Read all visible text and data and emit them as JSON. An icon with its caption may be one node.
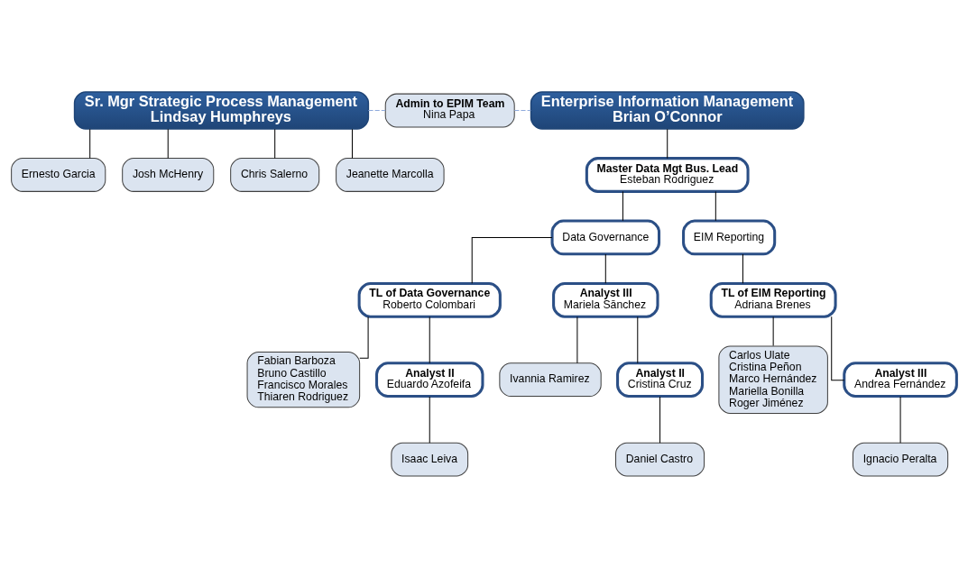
{
  "diagram": {
    "nodes": [
      {
        "text": [
          "Sr. Mgr Strategic Process Management",
          "Lindsay Humphreys"
        ]
      },
      {
        "text": [
          "Admin to EPIM Team",
          "Nina Papa"
        ]
      },
      {
        "text": [
          "Enterprise Information Management",
          "Brian O’Connor"
        ]
      },
      {
        "text": [
          "Ernesto Garcia"
        ]
      },
      {
        "text": [
          "Josh McHenry"
        ]
      },
      {
        "text": [
          "Chris Salerno"
        ]
      },
      {
        "text": [
          "Jeanette Marcolla"
        ]
      },
      {
        "text": [
          "Master Data Mgt Bus. Lead",
          "Esteban Rodriguez"
        ]
      },
      {
        "text": [
          "Data Governance"
        ]
      },
      {
        "text": [
          "EIM Reporting"
        ]
      },
      {
        "text": [
          "TL of Data Governance",
          "Roberto Colombari"
        ]
      },
      {
        "text": [
          "Analyst III",
          "Mariela Sānchez"
        ]
      },
      {
        "text": [
          "TL of EIM Reporting",
          "Adriana Brenes"
        ]
      },
      {
        "text": [
          "Fabian Barboza",
          "Bruno Castillo",
          "Francisco Morales",
          "Thiaren Rodriguez"
        ]
      },
      {
        "text": [
          "Ivannia Ramirez"
        ]
      },
      {
        "text": [
          "Carlos Ulate",
          "Cristina Peñon",
          "Marco Hernández",
          "Mariella Bonilla",
          "Roger Jiménez"
        ]
      },
      {
        "text": [
          "Analyst II",
          "Eduardo Azofeifa"
        ]
      },
      {
        "text": [
          "Isaac Leiva"
        ]
      },
      {
        "text": [
          "Analyst II",
          "Cristina Cruz"
        ]
      },
      {
        "text": [
          "Daniel Castro"
        ]
      },
      {
        "text": [
          "Analyst III",
          "Andrea Fernández"
        ]
      },
      {
        "text": [
          "Ignacio Peralta"
        ]
      }
    ],
    "edges": [
      {
        "from": 0,
        "to": 1,
        "arrow": "none",
        "style": "dashed",
        "color": "#8faadc"
      },
      {
        "from": 1,
        "to": 2,
        "arrow": "none",
        "style": "dashed",
        "color": "#8faadc"
      },
      {
        "from": 0,
        "to": 3,
        "arrow": "none"
      },
      {
        "from": 0,
        "to": 4,
        "arrow": "none"
      },
      {
        "from": 0,
        "to": 5,
        "arrow": "none"
      },
      {
        "from": 0,
        "to": 6,
        "arrow": "none"
      },
      {
        "from": 2,
        "to": 7,
        "arrow": "none"
      },
      {
        "from": 7,
        "to": 8,
        "arrow": "none"
      },
      {
        "from": 7,
        "to": 9,
        "arrow": "none"
      },
      {
        "from": 8,
        "to": 10,
        "arrow": "none"
      },
      {
        "from": 8,
        "to": 11,
        "arrow": "none"
      },
      {
        "from": 9,
        "to": 12,
        "arrow": "none"
      },
      {
        "from": 10,
        "to": 13,
        "arrow": "none"
      },
      {
        "from": 10,
        "to": 16,
        "arrow": "none"
      },
      {
        "from": 16,
        "to": 17,
        "arrow": "none"
      },
      {
        "from": 11,
        "to": 14,
        "arrow": "none"
      },
      {
        "from": 11,
        "to": 18,
        "arrow": "none"
      },
      {
        "from": 18,
        "to": 19,
        "arrow": "none"
      },
      {
        "from": 12,
        "to": 15,
        "arrow": "none"
      },
      {
        "from": 12,
        "to": 20,
        "arrow": "none"
      },
      {
        "from": 20,
        "to": 21,
        "arrow": "none"
      }
    ]
  }
}
